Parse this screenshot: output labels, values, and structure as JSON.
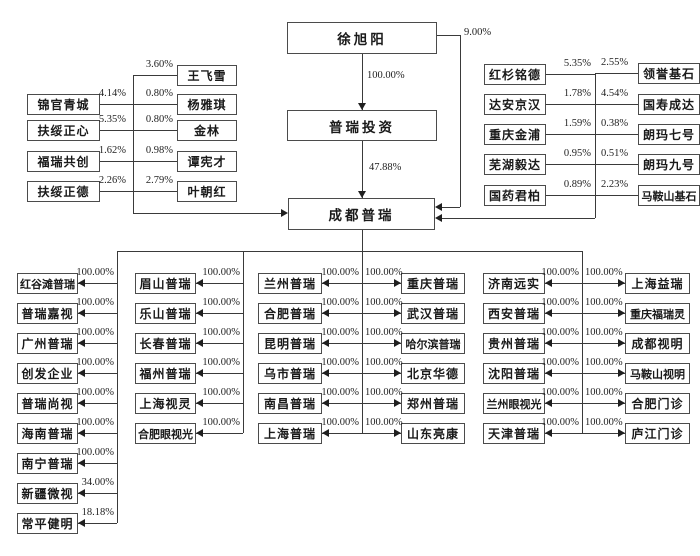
{
  "diagram": {
    "top_owner": "徐旭阳",
    "holding_company": "普瑞投资",
    "main_company": "成都普瑞",
    "ownership_edges": {
      "owner_to_holding": "100.00%",
      "holding_to_main": "47.88%",
      "owner_to_main": "9.00%"
    },
    "left_shareholders_outer": [
      {
        "name": "锦官青城",
        "pct": "4.14%"
      },
      {
        "name": "扶绥正心",
        "pct": "5.35%"
      },
      {
        "name": "福瑞共创",
        "pct": "1.62%"
      },
      {
        "name": "扶绥正德",
        "pct": "2.26%"
      }
    ],
    "left_shareholders_inner": [
      {
        "name": "王飞雪",
        "pct": "3.60%"
      },
      {
        "name": "杨雅琪",
        "pct": "0.80%"
      },
      {
        "name": "金林",
        "pct": "0.80%"
      },
      {
        "name": "谭宪才",
        "pct": "0.98%"
      },
      {
        "name": "叶朝红",
        "pct": "2.79%"
      }
    ],
    "right_shareholders_inner": [
      {
        "name": "红杉铭德",
        "pct": "5.35%"
      },
      {
        "name": "达安京汉",
        "pct": "1.78%"
      },
      {
        "name": "重庆金浦",
        "pct": "1.59%"
      },
      {
        "name": "芜湖毅达",
        "pct": "0.95%"
      },
      {
        "name": "国药君柏",
        "pct": "0.89%"
      }
    ],
    "right_shareholders_outer": [
      {
        "name": "领誉基石",
        "pct": "2.55%"
      },
      {
        "name": "国寿成达",
        "pct": "4.54%"
      },
      {
        "name": "朗玛七号",
        "pct": "0.38%"
      },
      {
        "name": "朗玛九号",
        "pct": "0.51%"
      },
      {
        "name": "马鞍山基石",
        "pct": "2.23%"
      }
    ],
    "subsidiary_columns": [
      {
        "items": [
          {
            "name": "红谷滩普瑞",
            "pct": "100.00%"
          },
          {
            "name": "普瑞嘉视",
            "pct": "100.00%"
          },
          {
            "name": "广州普瑞",
            "pct": "100.00%"
          },
          {
            "name": "创发企业",
            "pct": "100.00%"
          },
          {
            "name": "普瑞尚视",
            "pct": "100.00%"
          },
          {
            "name": "海南普瑞",
            "pct": "100.00%"
          },
          {
            "name": "南宁普瑞",
            "pct": "100.00%"
          },
          {
            "name": "新疆微视",
            "pct": "34.00%"
          },
          {
            "name": "常平健明",
            "pct": "18.18%"
          }
        ]
      },
      {
        "items": [
          {
            "name": "眉山普瑞",
            "pct": "100.00%"
          },
          {
            "name": "乐山普瑞",
            "pct": "100.00%"
          },
          {
            "name": "长春普瑞",
            "pct": "100.00%"
          },
          {
            "name": "福州普瑞",
            "pct": "100.00%"
          },
          {
            "name": "上海视灵",
            "pct": "100.00%"
          },
          {
            "name": "合肥眼视光",
            "pct": "100.00%"
          }
        ]
      },
      {
        "items": [
          {
            "name": "兰州普瑞",
            "pct": "100.00%"
          },
          {
            "name": "合肥普瑞",
            "pct": "100.00%"
          },
          {
            "name": "昆明普瑞",
            "pct": "100.00%"
          },
          {
            "name": "乌市普瑞",
            "pct": "100.00%"
          },
          {
            "name": "南昌普瑞",
            "pct": "100.00%"
          },
          {
            "name": "上海普瑞",
            "pct": "100.00%"
          }
        ]
      },
      {
        "items": [
          {
            "name": "重庆普瑞",
            "pct": "100.00%"
          },
          {
            "name": "武汉普瑞",
            "pct": "100.00%"
          },
          {
            "name": "哈尔滨普瑞",
            "pct": "100.00%"
          },
          {
            "name": "北京华德",
            "pct": "100.00%"
          },
          {
            "name": "郑州普瑞",
            "pct": "100.00%"
          },
          {
            "name": "山东亮康",
            "pct": "100.00%"
          }
        ]
      },
      {
        "items": [
          {
            "name": "济南远实",
            "pct": "100.00%"
          },
          {
            "name": "西安普瑞",
            "pct": "100.00%"
          },
          {
            "name": "贵州普瑞",
            "pct": "100.00%"
          },
          {
            "name": "沈阳普瑞",
            "pct": "100.00%"
          },
          {
            "name": "兰州眼视光",
            "pct": "100.00%"
          },
          {
            "name": "天津普瑞",
            "pct": "100.00%"
          }
        ]
      },
      {
        "items": [
          {
            "name": "上海益瑞",
            "pct": "100.00%"
          },
          {
            "name": "重庆福瑞灵",
            "pct": "100.00%"
          },
          {
            "name": "成都视明",
            "pct": "100.00%"
          },
          {
            "name": "马鞍山视明",
            "pct": "100.00%"
          },
          {
            "name": "合肥门诊",
            "pct": "100.00%"
          },
          {
            "name": "庐江门诊",
            "pct": "100.00%"
          }
        ]
      }
    ]
  }
}
